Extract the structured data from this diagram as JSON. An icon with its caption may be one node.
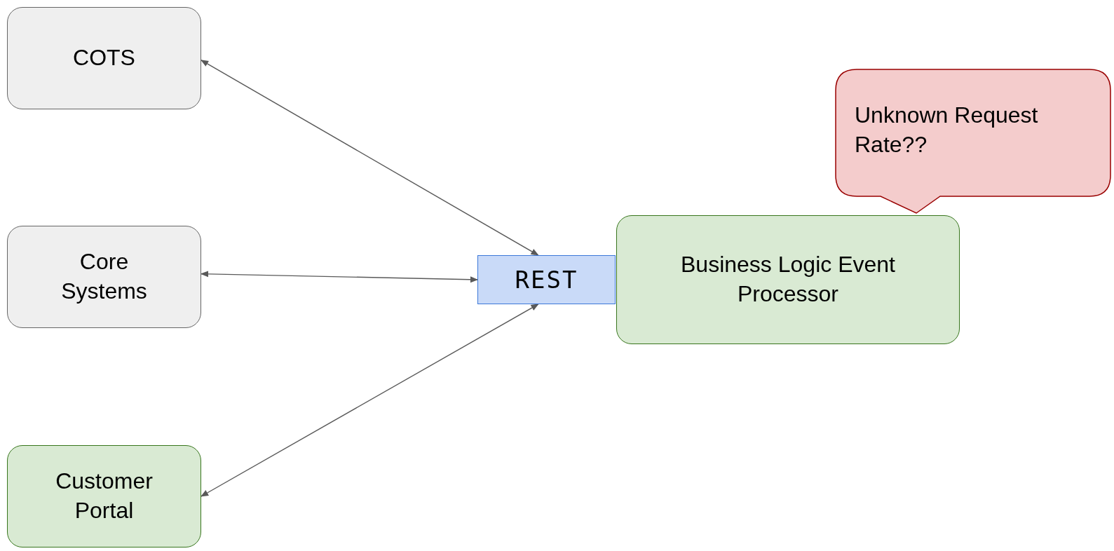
{
  "diagram": {
    "nodes": [
      {
        "text": [
          "COTS"
        ]
      },
      {
        "text": [
          "Core Systems"
        ]
      },
      {
        "text": [
          "Customer Portal"
        ]
      },
      {
        "text": [
          "REST"
        ]
      },
      {
        "text": [
          "Business Logic Event Processor"
        ]
      },
      {
        "text": [
          "Unknown Request Rate??"
        ]
      }
    ],
    "edges": [
      {
        "from": 0,
        "to": 3,
        "arrow": "both"
      },
      {
        "from": 1,
        "to": 3,
        "arrow": "both"
      },
      {
        "from": 2,
        "to": 3,
        "arrow": "both"
      }
    ]
  }
}
